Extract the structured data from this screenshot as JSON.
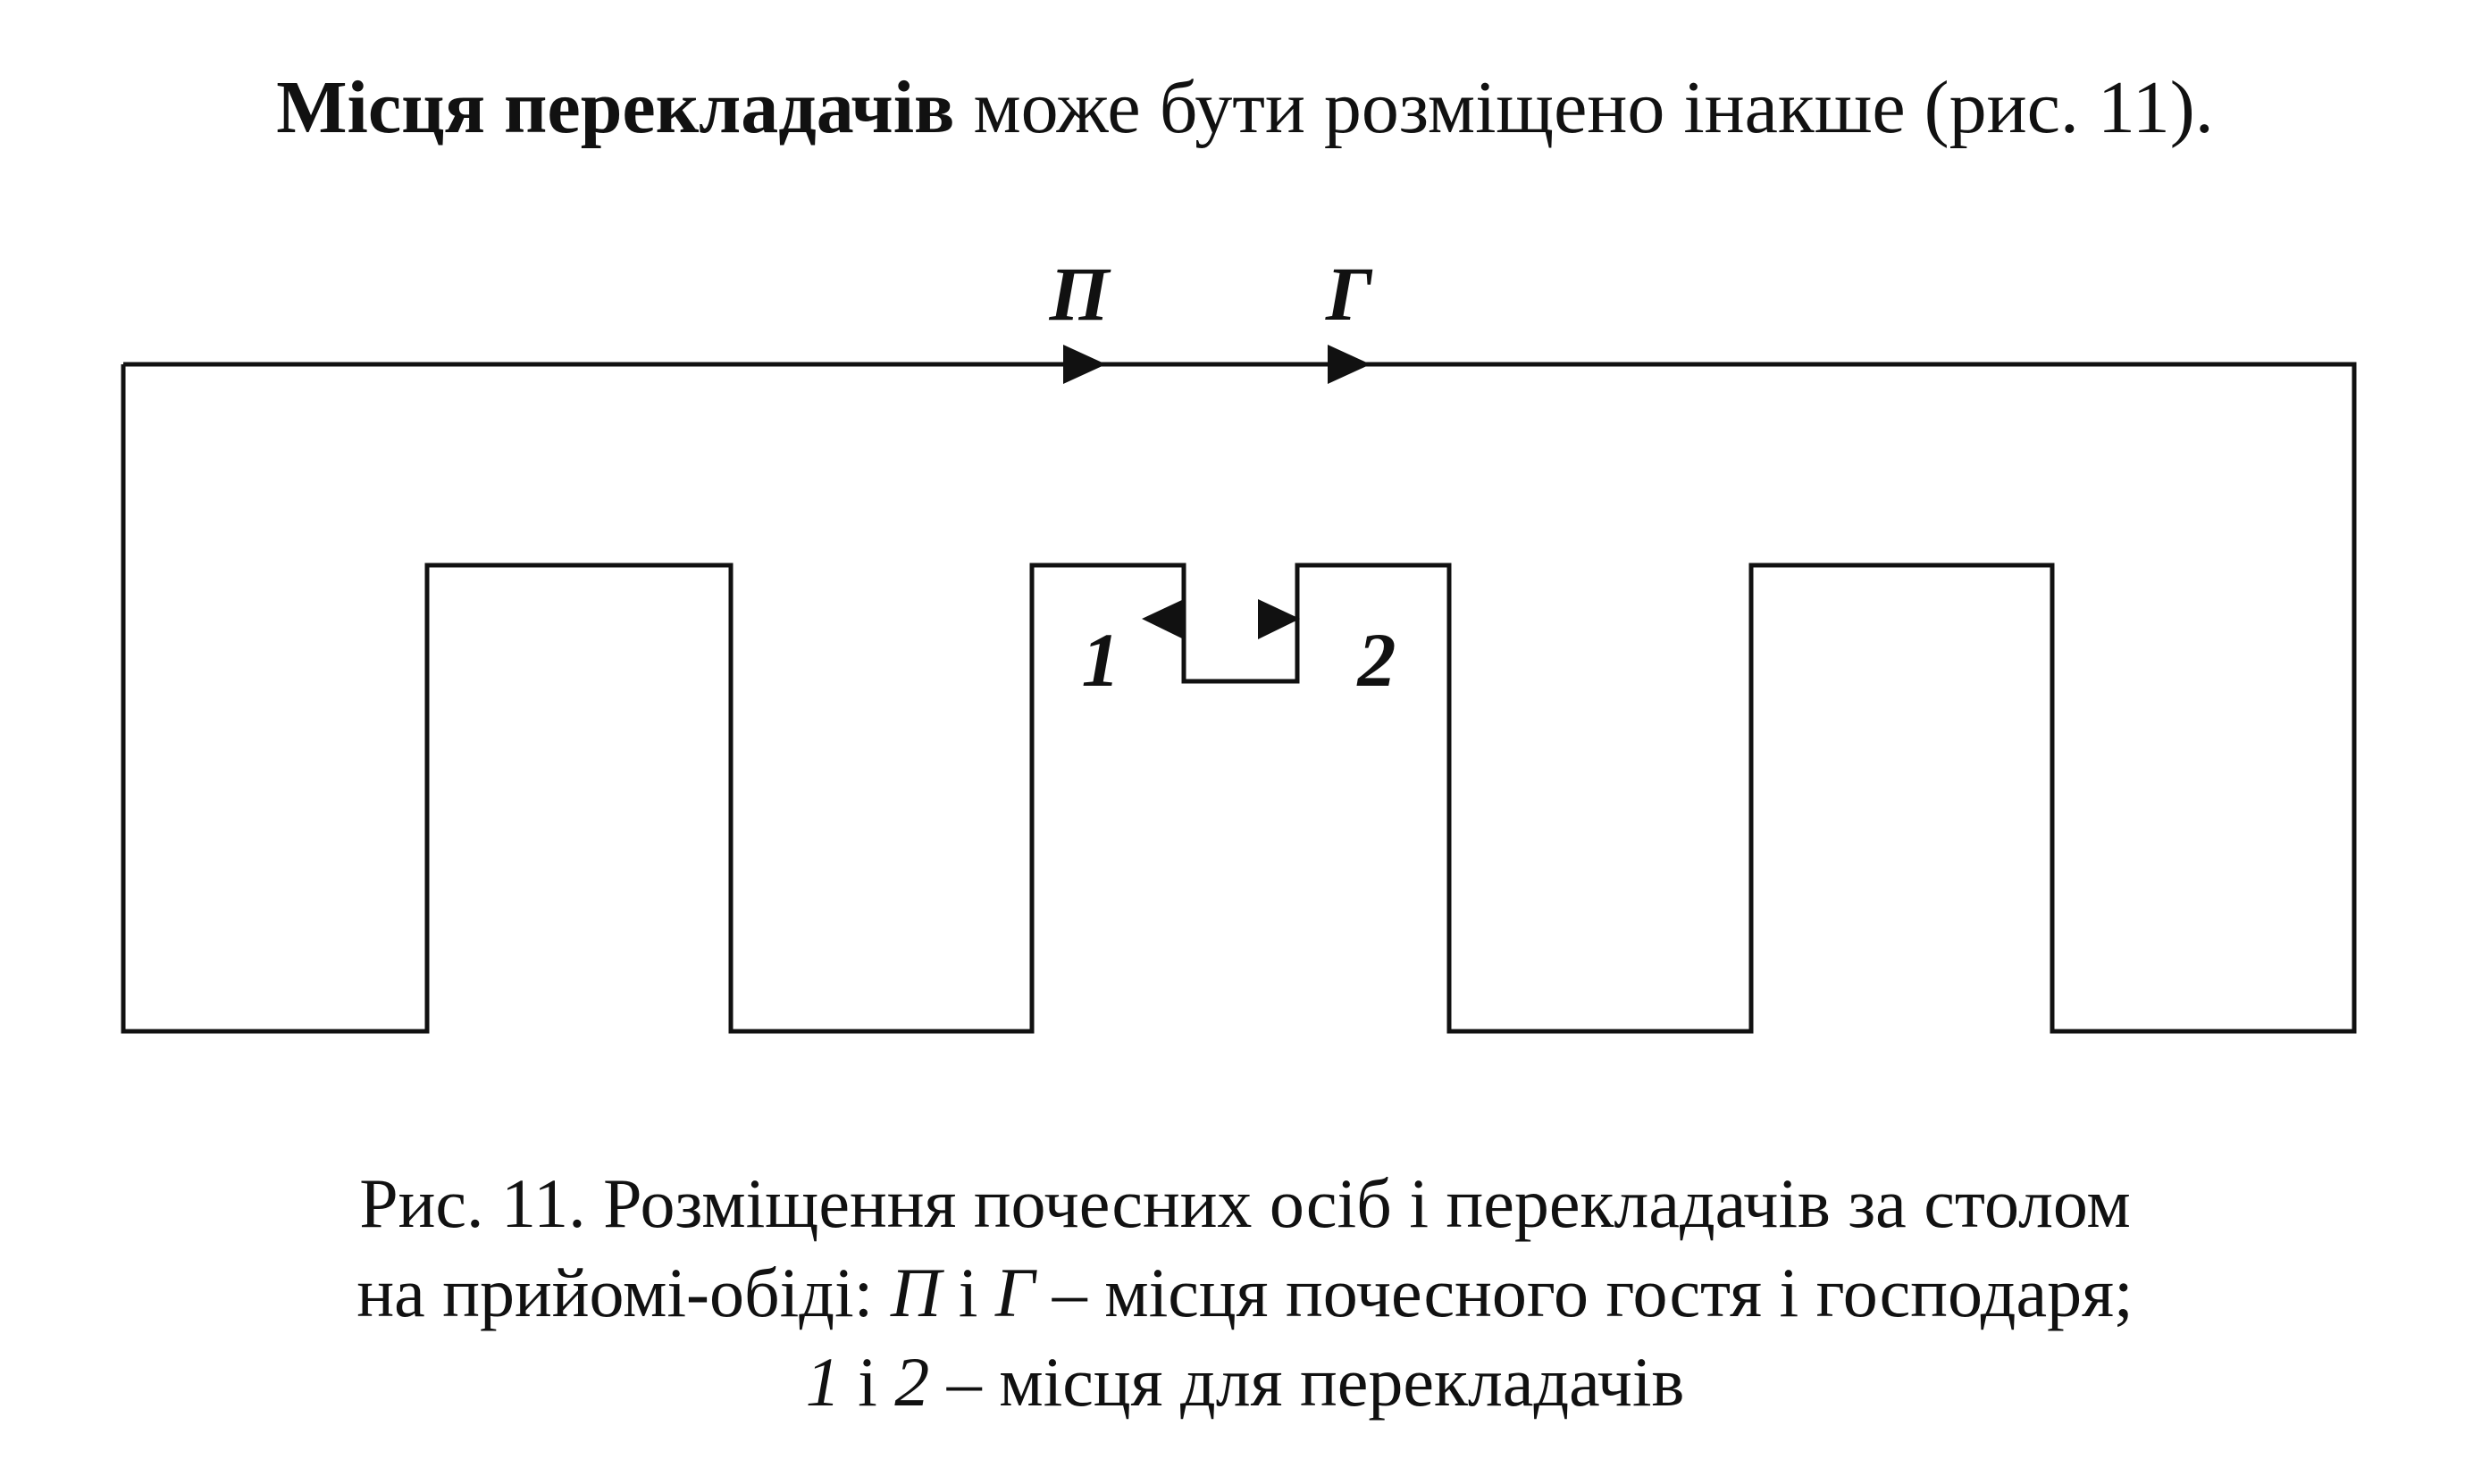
{
  "heading": {
    "bold_part": "Місця перекладачів",
    "rest": " може бути розміщено інакше (рис. 11)."
  },
  "diagram": {
    "host_guest_label": "П",
    "host_label": "Г",
    "translator_1_label": "1",
    "translator_2_label": "2"
  },
  "caption": {
    "line1": "Рис. 11. Розміщення почесних осіб і перекладачів за столом",
    "line2_prefix": "на прийомі-обіді: ",
    "line2_p": "П",
    "line2_and1": " і ",
    "line2_g": "Г",
    "line2_suffix": " – місця почесного гостя і господаря;",
    "line3_1": "1",
    "line3_and": " і ",
    "line3_2": "2",
    "line3_suffix": " – місця для перекладачів"
  },
  "colors": {
    "ink": "#111111",
    "background": "#ffffff"
  }
}
